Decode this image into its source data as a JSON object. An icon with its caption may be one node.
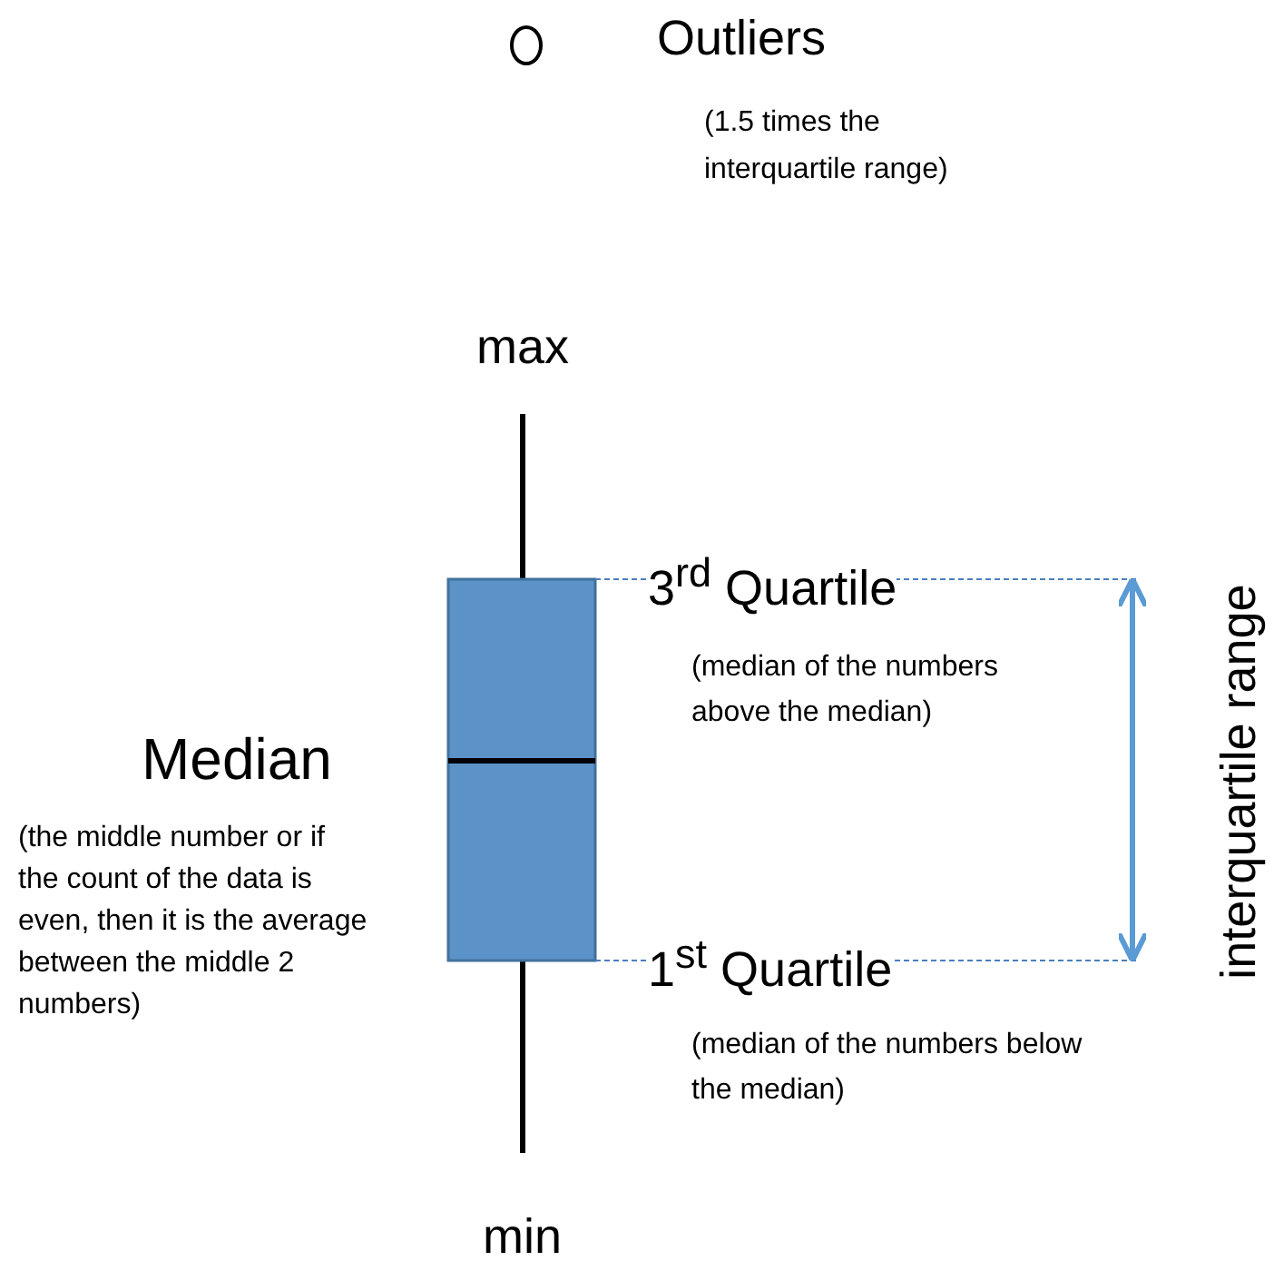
{
  "diagram": {
    "labels": [
      "Outliers",
      "(1.5 times the interquartile range)",
      "max",
      "3$^{rd}$ Quartile",
      "interquartile range",
      "(median of the numbers above the median)",
      "Median",
      "(the middle number or if the count of the data is even, then it is the average between the middle 2 numbers)",
      "1$^{st}$ Quartile",
      "(median of the numbers below the median)",
      "min"
    ]
  }
}
